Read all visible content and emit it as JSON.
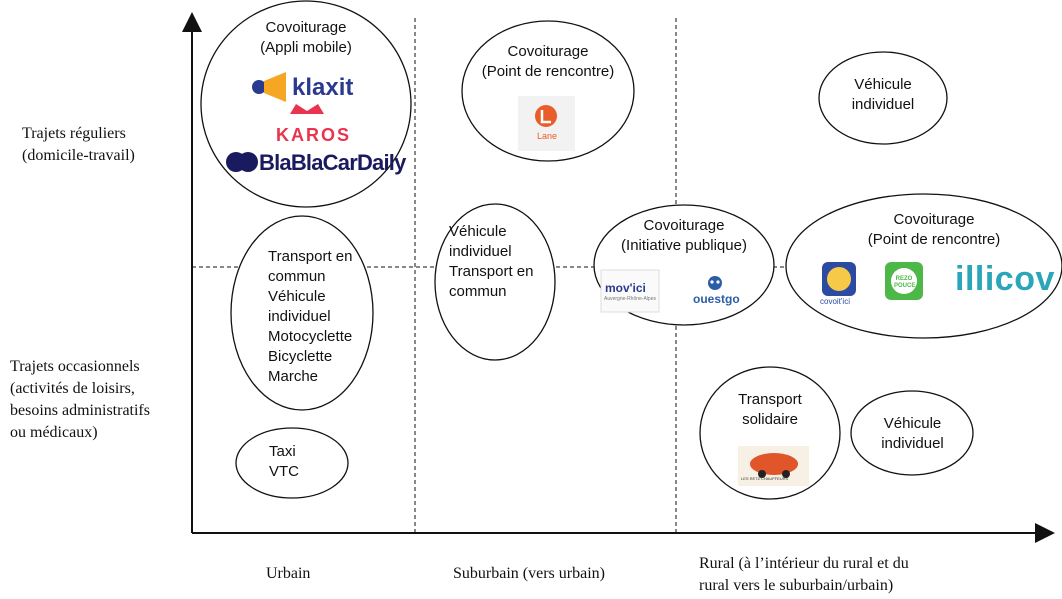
{
  "axes": {
    "y_labels": {
      "regular": "Trajets réguliers\n(domicile-travail)",
      "occasional": "Trajets occasionnels\n(activités de loisirs,\nbesoins administratifs\nou médicaux)"
    },
    "x_labels": {
      "urban": "Urbain",
      "suburban": "Suburbain (vers urbain)",
      "rural": "Rural (à l’intérieur du rural et du\nrural vers le suburbain/urbain)"
    }
  },
  "bubbles": {
    "urban_regular": "Covoiturage\n(Appli mobile)",
    "urban_mix": "Transport en\ncommun\nVéhicule\nindividuel\nMotocyclette\nBicyclette\nMarche",
    "urban_taxi": "Taxi\nVTC",
    "suburban_regular": "Covoiturage\n(Point de rencontre)",
    "suburban_mix": "Véhicule\nindividuel\nTransport en\ncommun",
    "public_carpool": "Covoiturage\n(Initiative publique)",
    "rural_vehicle_top": "Véhicule\nindividuel",
    "rural_meeting": "Covoiturage\n(Point de rencontre)",
    "rural_solidaire": "Transport\nsolidaire",
    "rural_vehicle_bottom": "Véhicule\nindividuel"
  },
  "logos": {
    "klaxit": "klaxit",
    "karos": "KAROS",
    "blablacar": "BlaBlaCarDaily",
    "lane": "Lane",
    "movici": "mov'ici",
    "movici_sub": "Auvergne-Rhône-Alpes",
    "ouestgo": "ouestgo",
    "covoitici": "covoit'ici",
    "rezo": "REZO POUCE",
    "illicov": "illicov",
    "retz": "LES RETZ'CHAUFFEURS"
  },
  "colors": {
    "klaxit": "#2b3a8f",
    "klaxit_accent": "#f5a623",
    "karos": "#e8344e",
    "blablacar": "#1a1a5e",
    "lane": "#e85d2a",
    "illicov": "#2aa6b8",
    "covoitici": "#f7c948",
    "rezo": "#4db848"
  }
}
